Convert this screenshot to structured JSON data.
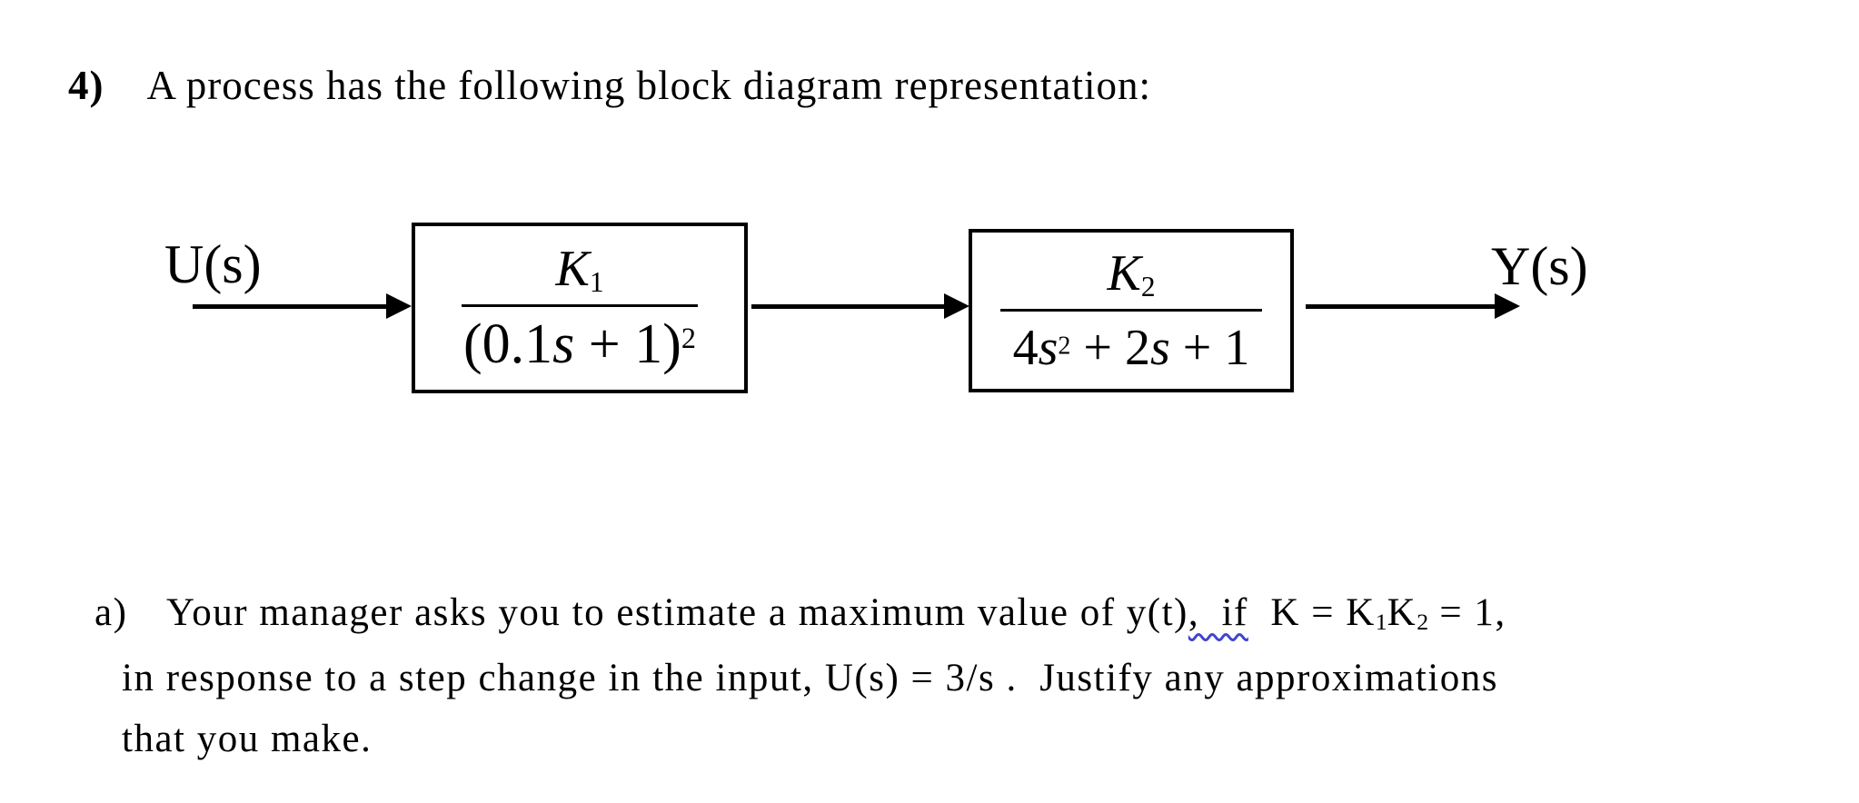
{
  "title": {
    "number": "4)",
    "text": "A process has the following block diagram representation:"
  },
  "diagram": {
    "input_label": "U(s)",
    "output_label": "Y(s)",
    "block1": {
      "numerator": {
        "base": "K",
        "sub": "1"
      },
      "denominator": {
        "pre": "(0.1",
        "var": "s",
        "mid": " + 1)",
        "sup": "2"
      }
    },
    "block2": {
      "numerator": {
        "base": "K",
        "sub": "2"
      },
      "denominator": {
        "c1": "4",
        "v1": "s",
        "e1": "2",
        "mid": " + 2",
        "v2": "s",
        "end": " + 1"
      }
    },
    "line_color": "#000000"
  },
  "question": {
    "label": "a)",
    "line1": {
      "seg1": "Your manager asks you to estimate a maximum value of y(t)",
      "flagged": ",  if",
      "seg2": "  K = K",
      "sub1": "1",
      "seg3": "K",
      "sub2": "2",
      "seg4": " = 1,"
    },
    "line2": "in response to a step change in the input, U(s) = 3/s .  Justify any approximations",
    "line3": "that you make.",
    "squiggle_color": "#3f45d0"
  }
}
